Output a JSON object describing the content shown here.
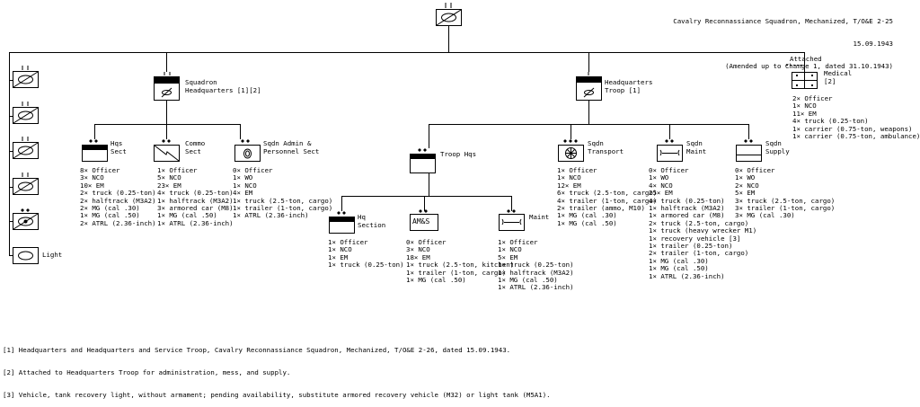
{
  "header": {
    "line1": "Cavalry Reconnassiance Squadron, Mechanized, T/O&E 2-25",
    "line2": "15.09.1943",
    "line3": "(Amended up to Change 1, dated 31.10.1943)"
  },
  "attached_label": "Attached",
  "units": {
    "sqn_hq": {
      "name": "Squadron\nHeadquarters [1][2]"
    },
    "hq_troop": {
      "name": "Headquarters\nTroop [1]"
    },
    "medical": {
      "name": "Medical\n[2]",
      "roster": "2× Officer\n1× NCO\n11× EM\n4× truck (0.25-ton)\n1× carrier (0.75-ton, weapons)\n1× carrier (0.75-ton, ambulance)"
    },
    "hqs_sect": {
      "name": "Hqs\nSect",
      "roster": "8× Officer\n3× NCO\n10× EM\n2× truck (0.25-ton)\n2× halftrack (M3A2)\n2× MG (cal .30)\n1× MG (cal .50)\n2× ATRL (2.36-inch)"
    },
    "commo_sect": {
      "name": "Commo\nSect",
      "roster": "1× Officer\n5× NCO\n23× EM\n4× truck (0.25-ton)\n1× halftrack (M3A2)\n3× armored car (M8)\n1× MG (cal .50)\n1× ATRL (2.36-inch)"
    },
    "admin_sect": {
      "name": "Sqdn Admin &\nPersonnel Sect",
      "roster": "0× Officer\n1× WO\n1× NCO\n4× EM\n1× truck (2.5-ton, cargo)\n1× trailer (1-ton, cargo)\n1× ATRL (2.36-inch)"
    },
    "troop_hqs": {
      "name": "Troop Hqs"
    },
    "hq_section": {
      "name": "Hq\nSection",
      "roster": "1× Officer\n1× NCO\n1× EM\n1× truck (0.25-ton)"
    },
    "ams": {
      "name": "AM&S",
      "roster": "0× Officer\n3× NCO\n18× EM\n1× truck (2.5-ton, kitchen)\n1× trailer (1-ton, cargo)\n1× MG (cal .50)"
    },
    "maint_troop": {
      "name": "Maint",
      "roster": "1× Officer\n1× NCO\n5× EM\n1× truck (0.25-ton)\n1× halftrack (M3A2)\n1× MG (cal .50)\n1× ATRL (2.36-inch)"
    },
    "transport": {
      "name": "Sqdn\nTransport",
      "roster": "1× Officer\n1× NCO\n12× EM\n6× truck (2.5-ton, cargo)\n4× trailer (1-ton, cargo)\n2× trailer (ammo, M10)\n1× MG (cal .30)\n1× MG (cal .50)"
    },
    "sqdn_maint": {
      "name": "Sqdn\nMaint",
      "roster": "0× Officer\n1× WO\n4× NCO\n25× EM\n4× truck (0.25-ton)\n1× halftrack (M3A2)\n1× armored car (M8)\n2× truck (2.5-ton, cargo)\n1× truck (heavy wrecker M1)\n1× recovery vehicle [3]\n1× trailer (0.25-ton)\n2× trailer (1-ton, cargo)\n1× MG (cal .30)\n1× MG (cal .50)\n1× ATRL (2.36-inch)"
    },
    "sqdn_supply": {
      "name": "Sqdn\nSupply",
      "roster": "0× Officer\n1× WO\n2× NCO\n5× EM\n3× truck (2.5-ton, cargo)\n3× trailer (1-ton, cargo)\n3× MG (cal .30)"
    },
    "light": {
      "name": "Light"
    }
  },
  "footnotes": [
    "[1] Headquarters and Headquarters and Service Troop, Cavalry Reconnassiance Squadron, Mechanized, T/O&E 2-26, dated 15.09.1943.",
    "[2] Attached to Headquarters Troop for administration, mess, and supply.",
    "[3] Vehicle, tank recovery light, without armament; pending availability, substitute armored recovery vehicle (M32) or light tank (M5A1)."
  ]
}
